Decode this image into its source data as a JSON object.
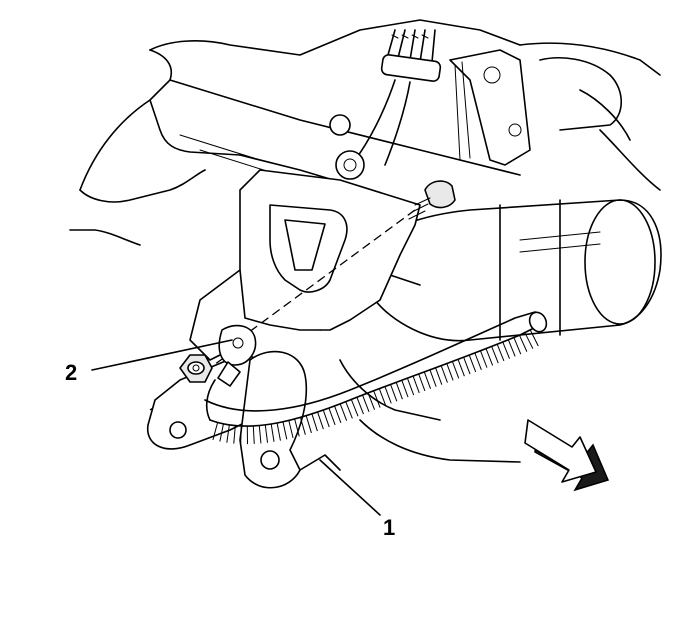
{
  "callouts": [
    {
      "id": "1",
      "label": "1"
    },
    {
      "id": "2",
      "label": "2"
    }
  ],
  "colors": {
    "line": "#000000",
    "background": "#ffffff",
    "arrow_shade": "#1a1a1a"
  }
}
